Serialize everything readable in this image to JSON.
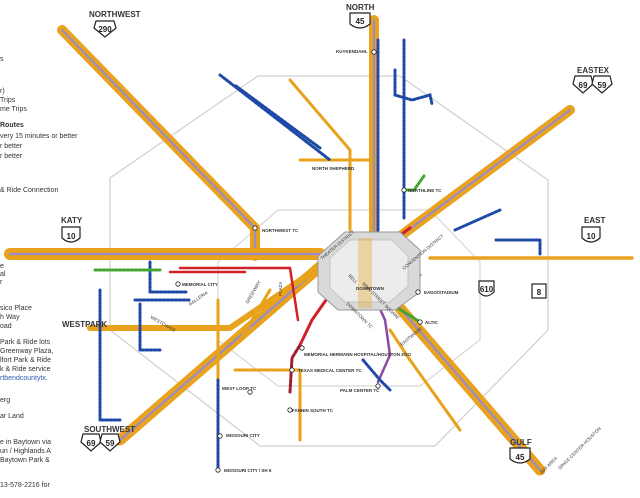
{
  "legend": {
    "lines": [
      "s",
      "",
      "r)",
      "Trips",
      "me Trips",
      "Routes",
      "very 15 minutes or better",
      "r better",
      "r better",
      "& Ride Connection",
      "sico Place",
      "h Way",
      "oad",
      "Park & Ride lots",
      "Greenway Plaza,",
      "lfort Park & Ride",
      "k & Ride service",
      "rtbendcountytx.",
      "erg",
      "ar Land",
      "e in Baytown via",
      "un / Highlands A",
      "Baytown Park &",
      "13-578-2216 for"
    ],
    "side_labels": [
      "e",
      "al",
      "r"
    ]
  },
  "corridors": {
    "northwest": "NORTHWEST",
    "north": "NORTH",
    "eastex": "EASTEX",
    "katy": "KATY",
    "east": "EAST",
    "westpark": "WESTPARK",
    "southwest": "SOUTHWEST",
    "gulf": "GULF"
  },
  "shields": {
    "us290": "290",
    "i45n": "45",
    "us69n": "69",
    "us59n": "59",
    "i10w": "10",
    "i10e": "10",
    "i610": "610",
    "bw8": "8",
    "us69s": "69",
    "us59s": "59",
    "i45s": "45"
  },
  "stations": {
    "northwest_tc": "NORTHWEST TC",
    "memorial_city": "MEMORIAL CITY",
    "eado": "EADO/STADIUM",
    "altic": "ALTIC",
    "memorial_hermann": "MEMORIAL HERMANN HOSPITAL/HOUSTON ZOO",
    "texas_medical": "TEXAS MEDICAL CENTER TC",
    "palm_center": "PALM CENTER TC",
    "west_loop": "WEST LOOP TC",
    "fannin_south": "FANNIN SOUTH TC",
    "missouri_city": "MISSOURI CITY",
    "missouri_city_sh6": "MISSOURI CITY / SH 6",
    "northline": "NORTHLINE TC",
    "north_shepherd": "NORTH SHEPHERD",
    "kuykendahl": "KUYKENDAHL",
    "space_center": "SPACE CENTER HOUSTON",
    "bay_area": "BAY AREA",
    "downtown": "DOWNTOWN",
    "theater_district": "THEATER DISTRICT",
    "convention": "CONVENTION DISTRICT",
    "main_street": "MAIN STREET SQUARE",
    "bell": "BELL",
    "downtown_tc": "DOWNTOWN TC",
    "plaza": "PLAZA",
    "westchase": "WESTCHASE",
    "eastwood": "EASTWOOD",
    "greenway": "GREENWAY",
    "galleria": "GALLERIA"
  },
  "colors": {
    "orange": "#e8a21c",
    "purple": "#9a8cc9",
    "blue": "#1f49a6",
    "red": "#cf2127",
    "green": "#45a532",
    "darkred": "#a01f2d",
    "violet": "#8d4aa3",
    "grey_loop": "#c9c9c9",
    "downtown_grey": "#bdbdbd"
  }
}
